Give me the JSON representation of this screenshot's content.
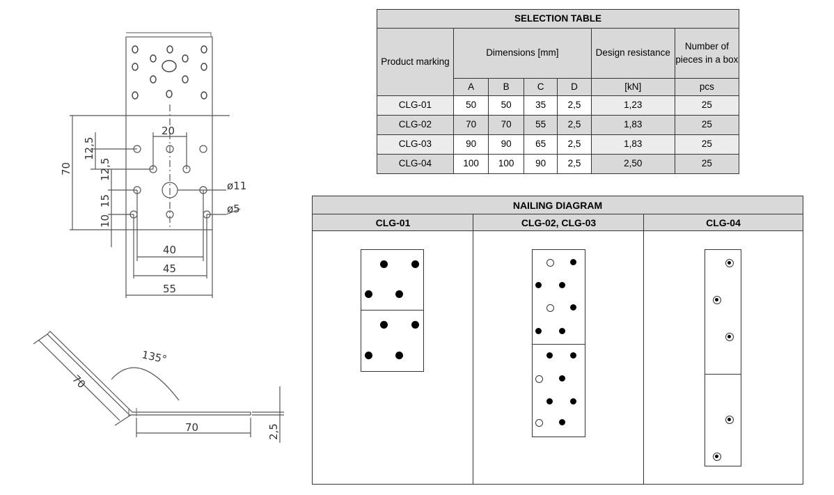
{
  "drawing": {
    "dimensions": {
      "height_70": "70",
      "v_12_5_a": "12,5",
      "v_12_5_b": "12,5",
      "v_15": "15",
      "v_10": "10",
      "w_20": "20",
      "w_40": "40",
      "w_45": "45",
      "w_55": "55",
      "hole_11": "ø11",
      "hole_5": "ø5",
      "angle": "135°",
      "leg_70_a": "70",
      "leg_70_b": "70",
      "thickness": "2,5"
    }
  },
  "selection_table": {
    "title": "SELECTION TABLE",
    "headers": {
      "product_marking": "Product marking",
      "dimensions": "Dimensions [mm]",
      "design_resistance": "Design resistance",
      "pieces_per_box": "Number of pieces in a box"
    },
    "subheaders": [
      "A",
      "B",
      "C",
      "D",
      "[kN]",
      "pcs"
    ],
    "rows": [
      {
        "marking": "CLG-01",
        "A": "50",
        "B": "50",
        "C": "35",
        "D": "2,5",
        "kN": "1,23",
        "pcs": "25"
      },
      {
        "marking": "CLG-02",
        "A": "70",
        "B": "70",
        "C": "55",
        "D": "2,5",
        "kN": "1,83",
        "pcs": "25"
      },
      {
        "marking": "CLG-03",
        "A": "90",
        "B": "90",
        "C": "65",
        "D": "2,5",
        "kN": "1,83",
        "pcs": "25"
      },
      {
        "marking": "CLG-04",
        "A": "100",
        "B": "100",
        "C": "90",
        "D": "2,5",
        "kN": "2,50",
        "pcs": "25"
      }
    ]
  },
  "nailing_diagram": {
    "title": "NAILING DIAGRAM",
    "columns": [
      "CLG-01",
      "CLG-02, CLG-03",
      "CLG-04"
    ]
  }
}
